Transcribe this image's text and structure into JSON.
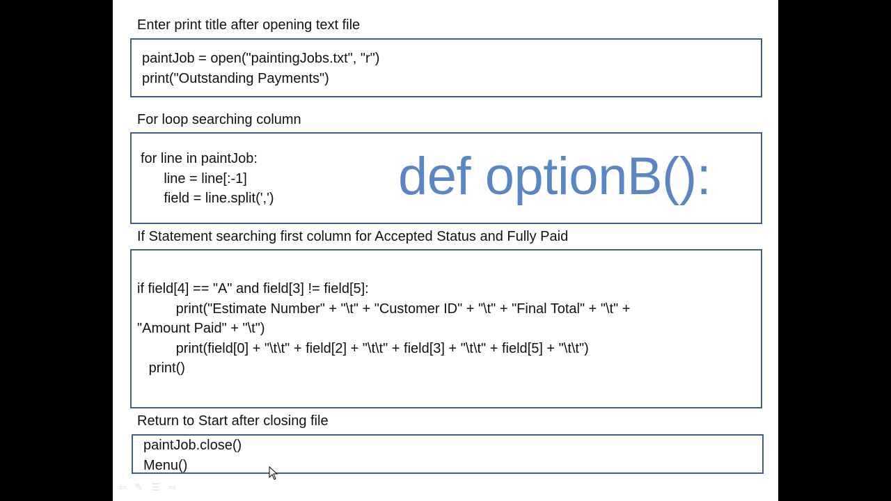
{
  "sections": [
    {
      "heading": "Enter print title after opening text file",
      "code": "paintJob = open(\"paintingJobs.txt\", \"r\")\nprint(\"Outstanding Payments\")"
    },
    {
      "heading": "For loop searching column",
      "code": "for line in paintJob:\n      line = line[:-1]\n      field = line.split(',')"
    },
    {
      "heading": "If Statement searching  first column for Accepted Status and Fully Paid",
      "code": "if field[4] == \"A\" and field[3] != field[5]:\n          print(\"Estimate Number\" + \"\\t\" + \"Customer ID\" + \"\\t\" + \"Final Total\" + \"\\t\" +\n\"Amount Paid\" + \"\\t\")\n          print(field[0] + \"\\t\\t\" + field[2] + \"\\t\\t\" + field[3] + \"\\t\\t\" + field[5] + \"\\t\\t\")\n   print()"
    },
    {
      "heading": "Return to Start after closing file",
      "code": "paintJob.close()\nMenu()"
    }
  ],
  "title": "def optionB():",
  "colors": {
    "box_border": "#3f5f87",
    "title": "#5b86c5",
    "background": "#000000"
  },
  "nav_icons": [
    "back-arrow-icon",
    "pen-icon",
    "menu-icon",
    "forward-arrow-icon"
  ]
}
